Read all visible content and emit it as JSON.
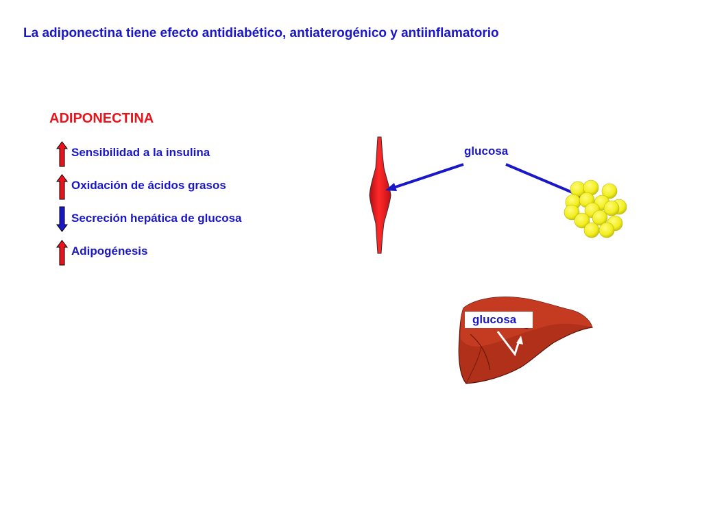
{
  "title": "La adiponectina tiene efecto antidiabético, antiaterogénico y antiinflamatorio",
  "heading": "ADIPONECTINA",
  "effects": [
    {
      "label": "Sensibilidad a la insulina",
      "direction": "up"
    },
    {
      "label": "Oxidación de ácidos grasos",
      "direction": "up"
    },
    {
      "label": "Secreción hepática de glucosa",
      "direction": "down"
    },
    {
      "label": "Adipogénesis",
      "direction": "up"
    }
  ],
  "labels": {
    "glucose_top": "glucosa",
    "glucose_liver": "glucosa"
  },
  "colors": {
    "title": "#1a17c8",
    "heading": "#e8141c",
    "up_arrow": "#e8141c",
    "down_arrow": "#1a17c8",
    "muscle": "#e8141c",
    "adipocyte": "#f2ee1e",
    "liver": "#b0301a",
    "liver_dark": "#8f2212"
  },
  "icons": [
    "up-arrow-icon",
    "down-arrow-icon",
    "muscle-icon",
    "adipocyte-cluster-icon",
    "liver-icon"
  ]
}
